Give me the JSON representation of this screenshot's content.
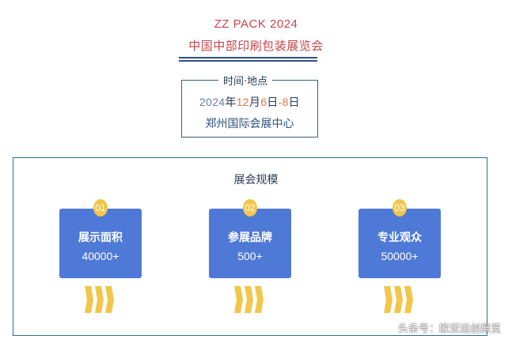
{
  "header": {
    "brand": "ZZ PACK 2024",
    "subtitle": "中国中部印刷包装展览会"
  },
  "info": {
    "label": "时间·地点",
    "date": {
      "year": "2024",
      "year_unit": "年",
      "month": "12",
      "month_unit": "月",
      "day_start": "6",
      "day_unit1": "日",
      "dash": "-",
      "day_end": "8",
      "day_unit2": "日"
    },
    "venue": "郑州国际会展中心"
  },
  "scale": {
    "title": "展会规模",
    "cards": [
      {
        "badge": "01",
        "label": "展示面积",
        "value": "40000+"
      },
      {
        "badge": "02",
        "label": "参展品牌",
        "value": "500+"
      },
      {
        "badge": "03",
        "label": "专业观众",
        "value": "50000+"
      }
    ]
  },
  "watermark": "头条号：欧亚远创展览",
  "colors": {
    "accent_red": "#c2474a",
    "navy": "#2d4e8e",
    "card_blue": "#4f79d6",
    "badge_yellow": "#f1c64a",
    "date_highlight": "#e07a3a"
  }
}
